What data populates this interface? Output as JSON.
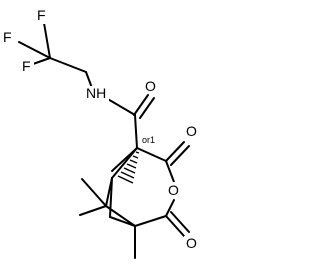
{
  "molecule": {
    "atoms": {
      "f_top": "F",
      "f_left": "F",
      "f_mid": "F",
      "nh": "NH",
      "o_amide": "O",
      "o_lactone_top": "O",
      "o_ring": "O",
      "o_lactone_bottom": "O"
    },
    "stereo_label": "or1"
  },
  "colors": {
    "ink": "#000000",
    "background": "#ffffff"
  }
}
